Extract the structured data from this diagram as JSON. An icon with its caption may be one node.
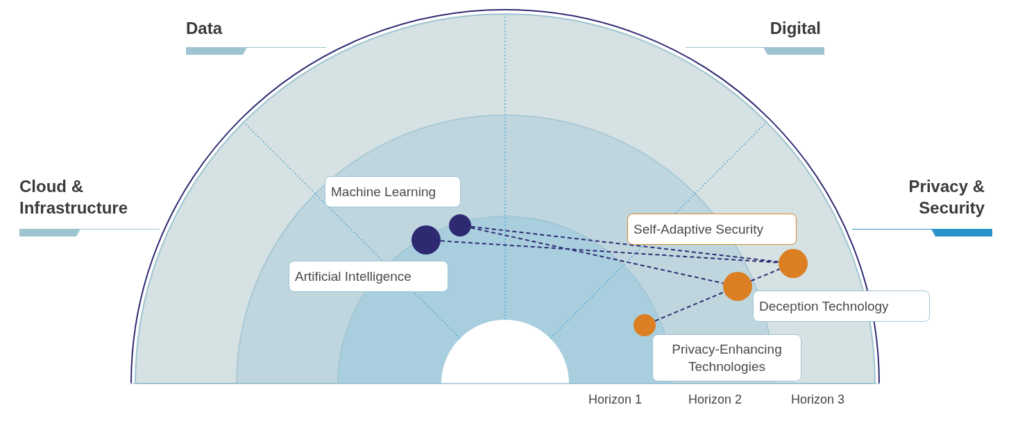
{
  "diagram": {
    "nodes": [
      {
        "text": [
          "Machine Learning"
        ]
      },
      {
        "text": [
          "Artificial Intelligence"
        ]
      },
      {
        "text": [
          "Self-Adaptive Security"
        ]
      },
      {
        "text": [
          "Deception Technology"
        ]
      },
      {
        "text": [
          "Privacy-Enhancing Technologies"
        ]
      },
      {
        "text": [],
        "shape": "circle"
      },
      {
        "text": [],
        "shape": "circle"
      },
      {
        "text": [],
        "shape": "circle"
      },
      {
        "text": [],
        "shape": "circle"
      },
      {
        "text": [],
        "shape": "circle"
      }
    ],
    "edges": [
      {
        "from": 5,
        "to": 7,
        "arrow": "none",
        "style": "dashed"
      },
      {
        "from": 5,
        "to": 8,
        "arrow": "none",
        "style": "dashed"
      },
      {
        "from": 6,
        "to": 7,
        "arrow": "none",
        "style": "dashed"
      },
      {
        "from": 8,
        "to": 7,
        "arrow": "none",
        "style": "dashed"
      },
      {
        "from": 9,
        "to": 8,
        "arrow": "none",
        "style": "dashed"
      }
    ],
    "labels": [
      "Data",
      "Digital",
      "Cloud & Infrastructure",
      "Privacy & Security",
      "Horizon 1",
      "Horizon 2",
      "Horizon 3"
    ]
  }
}
